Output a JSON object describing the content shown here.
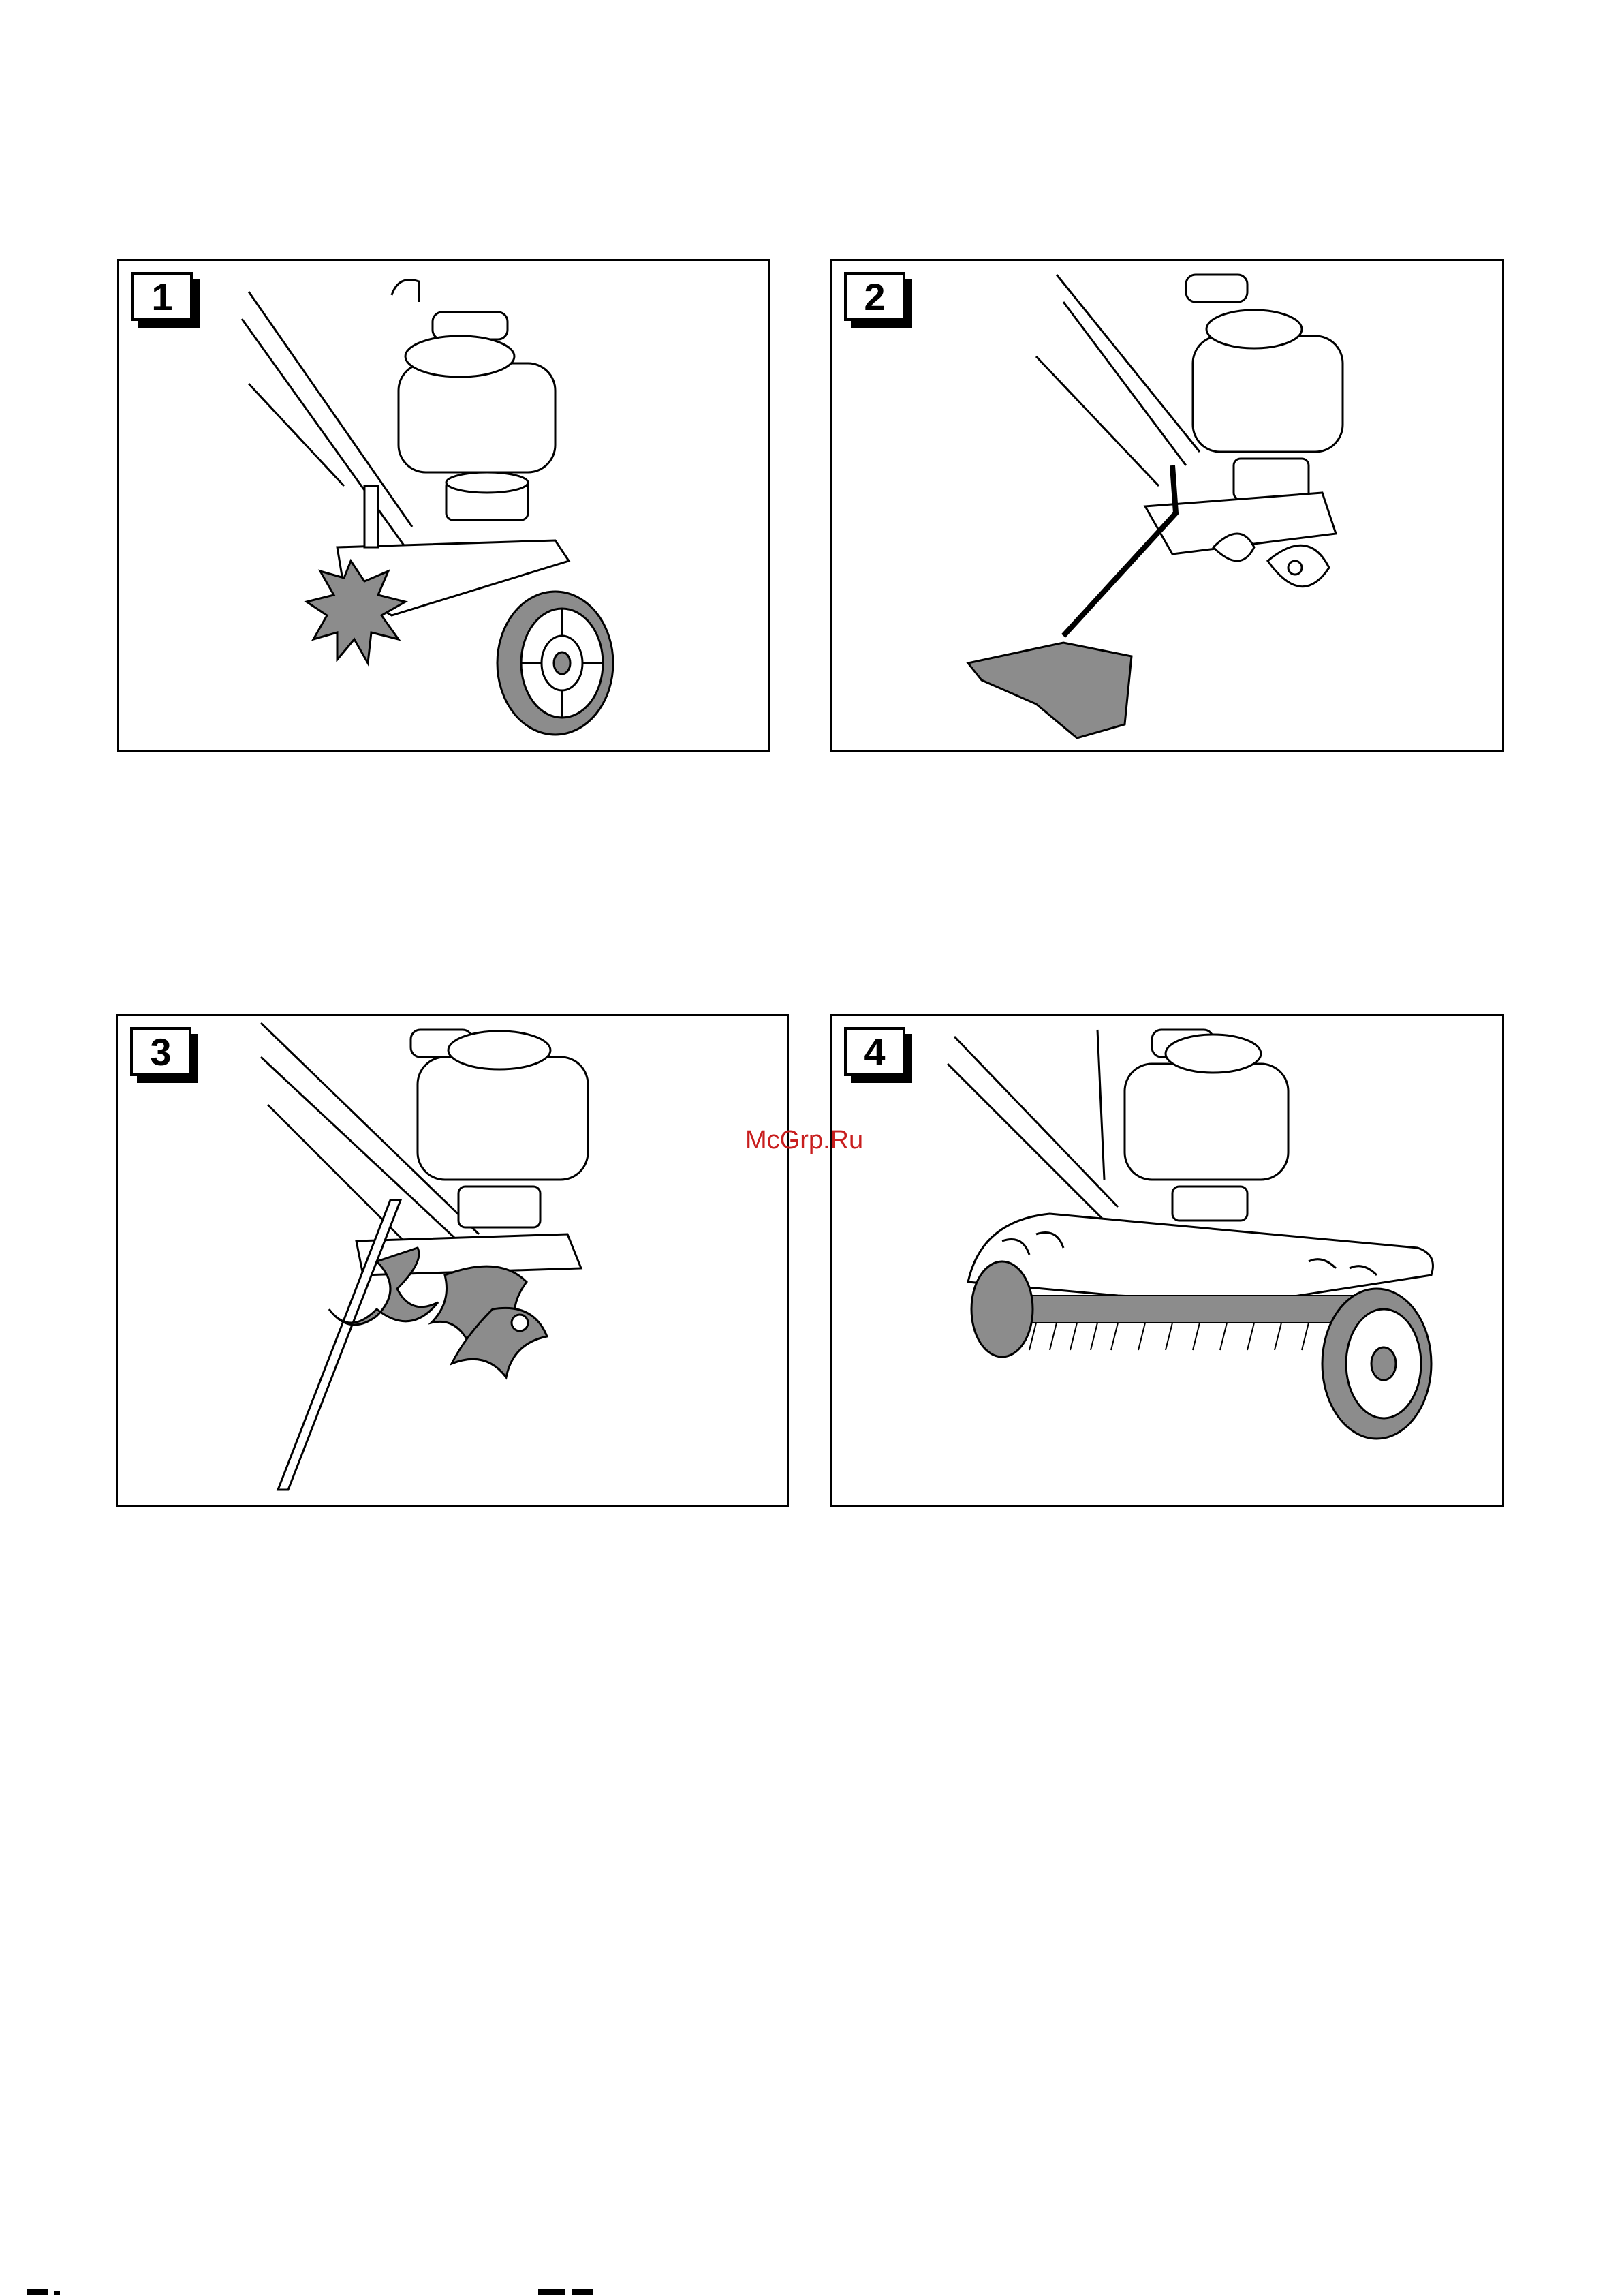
{
  "figures": [
    {
      "number": "1",
      "attachment": "tine-wheel-and-transport-wheel"
    },
    {
      "number": "2",
      "attachment": "furrower-blade"
    },
    {
      "number": "3",
      "attachment": "cultivator-tines-with-depth-bar"
    },
    {
      "number": "4",
      "attachment": "aerator-scarifier"
    }
  ],
  "watermark": "McGrp.Ru",
  "colors": {
    "line": "#000000",
    "fill_gray": "#8c8c8c",
    "light": "#f2f2f2",
    "watermark": "#c81e1e"
  }
}
